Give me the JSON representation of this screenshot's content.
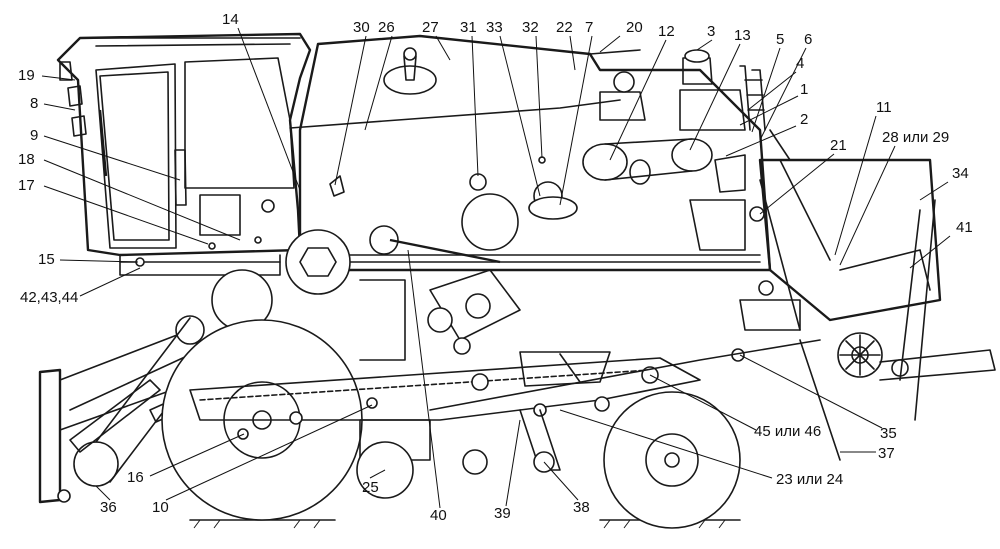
{
  "callouts": [
    {
      "id": "l14",
      "text": "14"
    },
    {
      "id": "l30",
      "text": "30"
    },
    {
      "id": "l26",
      "text": "26"
    },
    {
      "id": "l27",
      "text": "27"
    },
    {
      "id": "l31",
      "text": "31"
    },
    {
      "id": "l33",
      "text": "33"
    },
    {
      "id": "l32",
      "text": "32"
    },
    {
      "id": "l22",
      "text": "22"
    },
    {
      "id": "l7",
      "text": "7"
    },
    {
      "id": "l20",
      "text": "20"
    },
    {
      "id": "l12",
      "text": "12"
    },
    {
      "id": "l3",
      "text": "3"
    },
    {
      "id": "l13",
      "text": "13"
    },
    {
      "id": "l5",
      "text": "5"
    },
    {
      "id": "l6",
      "text": "6"
    },
    {
      "id": "l4",
      "text": "4"
    },
    {
      "id": "l1",
      "text": "1"
    },
    {
      "id": "l2",
      "text": "2"
    },
    {
      "id": "l11",
      "text": "11"
    },
    {
      "id": "l28",
      "text": "28 или 29"
    },
    {
      "id": "l21",
      "text": "21"
    },
    {
      "id": "l34",
      "text": "34"
    },
    {
      "id": "l41",
      "text": "41"
    },
    {
      "id": "l19",
      "text": "19"
    },
    {
      "id": "l8",
      "text": "8"
    },
    {
      "id": "l9",
      "text": "9"
    },
    {
      "id": "l18",
      "text": "18"
    },
    {
      "id": "l17",
      "text": "17"
    },
    {
      "id": "l15",
      "text": "15"
    },
    {
      "id": "l42",
      "text": "42,43,44"
    },
    {
      "id": "l16",
      "text": "16"
    },
    {
      "id": "l36",
      "text": "36"
    },
    {
      "id": "l10",
      "text": "10"
    },
    {
      "id": "l25",
      "text": "25"
    },
    {
      "id": "l40",
      "text": "40"
    },
    {
      "id": "l39",
      "text": "39"
    },
    {
      "id": "l38",
      "text": "38"
    },
    {
      "id": "l23",
      "text": "23 или 24"
    },
    {
      "id": "l45",
      "text": "45 или 46"
    },
    {
      "id": "l35",
      "text": "35"
    },
    {
      "id": "l37",
      "text": "37"
    }
  ]
}
